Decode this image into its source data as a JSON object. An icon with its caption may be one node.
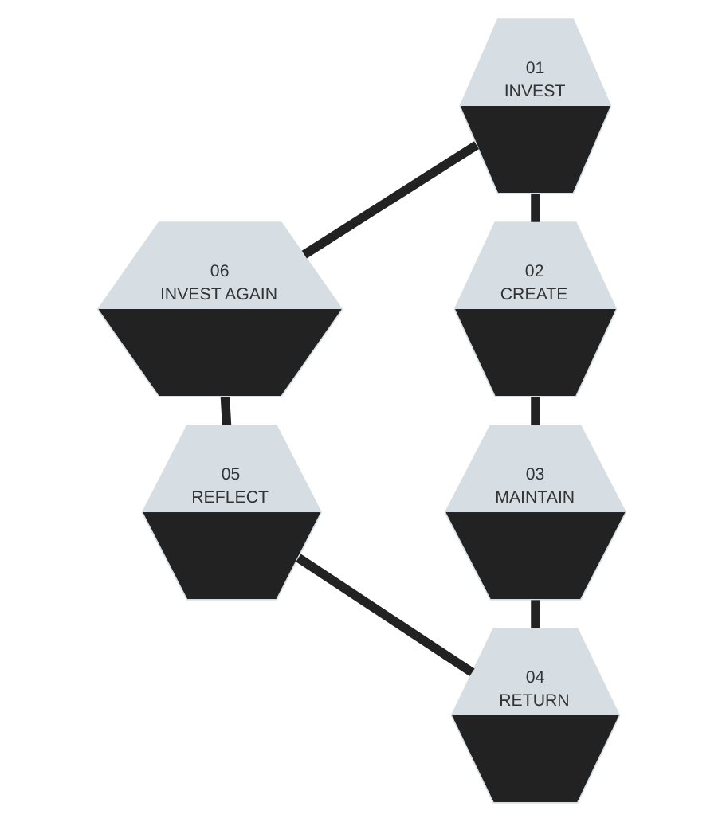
{
  "diagram": {
    "nodes": [
      {
        "text": [
          "01",
          "INVEST"
        ]
      },
      {
        "text": [
          "02",
          "CREATE"
        ]
      },
      {
        "text": [
          "03",
          "MAINTAIN"
        ]
      },
      {
        "text": [
          "04",
          "RETURN"
        ]
      },
      {
        "text": [
          "05",
          "REFLECT"
        ]
      },
      {
        "text": [
          "06",
          "INVEST AGAIN"
        ]
      }
    ],
    "edges": [
      {
        "from": 0,
        "to": 1,
        "arrow": "none"
      },
      {
        "from": 1,
        "to": 2,
        "arrow": "none"
      },
      {
        "from": 2,
        "to": 3,
        "arrow": "none"
      },
      {
        "from": 3,
        "to": 4,
        "arrow": "none"
      },
      {
        "from": 4,
        "to": 5,
        "arrow": "none"
      },
      {
        "from": 5,
        "to": 0,
        "arrow": "none"
      }
    ]
  }
}
